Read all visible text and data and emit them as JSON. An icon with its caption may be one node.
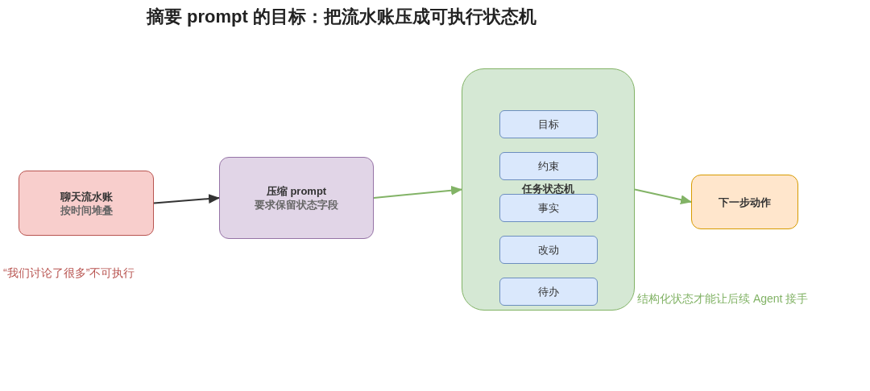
{
  "diagram": {
    "title": "摘要 prompt 的目标：把流水账压成可执行状态机",
    "nodes": [
      {
        "text": [
          "聊天流水账",
          "按时间堆叠"
        ],
        "beside": [
          "“我们讨论了很多”不可执行"
        ]
      },
      {
        "text": [
          "压缩 prompt",
          "要求保留状态字段"
        ]
      },
      {
        "text": [
          "任务状态机"
        ],
        "beside": [
          "结构化状态才能让后续 Agent 接手"
        ]
      },
      {
        "text": [
          "目标"
        ],
        "in": 2
      },
      {
        "text": [
          "约束"
        ],
        "in": 2
      },
      {
        "text": [
          "事实"
        ],
        "in": 2
      },
      {
        "text": [
          "改动"
        ],
        "in": 2
      },
      {
        "text": [
          "待办"
        ],
        "in": 2
      },
      {
        "text": [
          "下一步动作"
        ]
      }
    ],
    "edges": [
      {
        "from": 0,
        "to": 1,
        "arrow": "to",
        "color": "#333333"
      },
      {
        "from": 1,
        "to": 2,
        "arrow": "to"
      },
      {
        "from": 2,
        "to": 8,
        "arrow": "to"
      }
    ]
  }
}
